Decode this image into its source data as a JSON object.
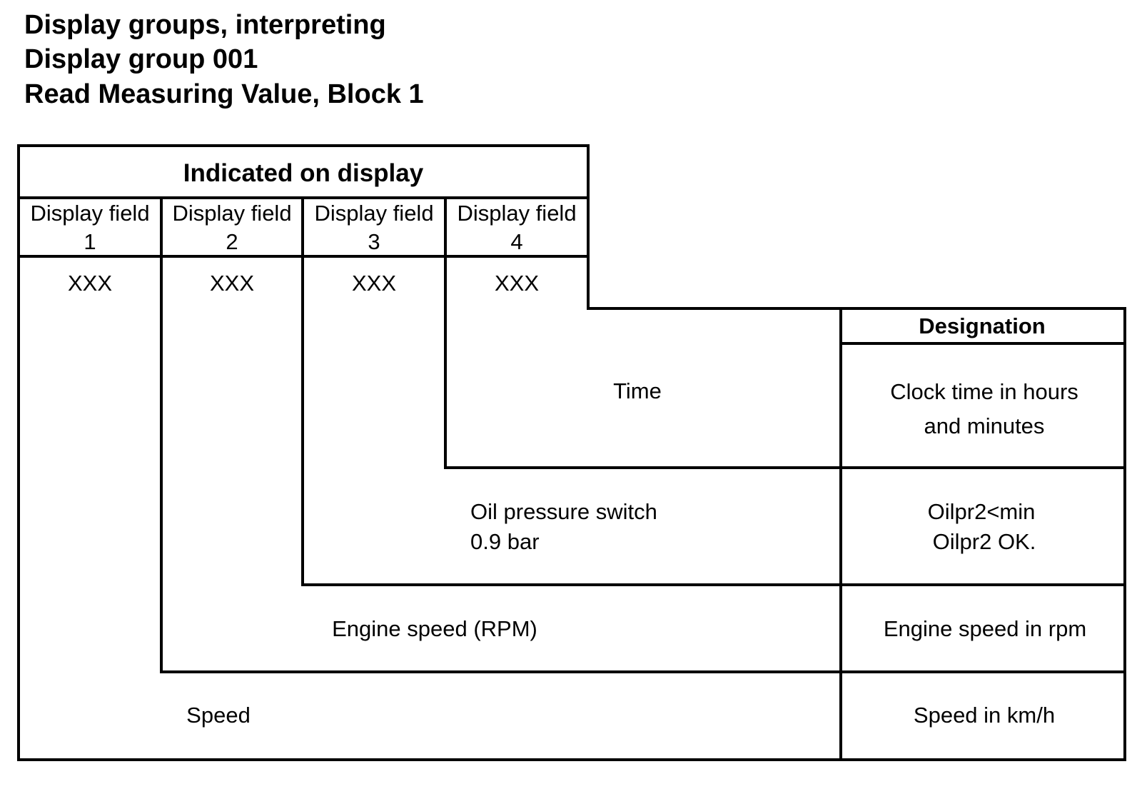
{
  "headings": {
    "line1": "Display groups, interpreting",
    "line2": "Display group 001",
    "line3": "Read Measuring Value, Block 1"
  },
  "table": {
    "indicated_header": "Indicated on display",
    "field_word": "Display field",
    "fields": [
      "1",
      "2",
      "3",
      "4"
    ],
    "values": [
      "XXX",
      "XXX",
      "XXX",
      "XXX"
    ],
    "designation_header": "Designation",
    "rows": [
      {
        "label": "Time",
        "designation": [
          "Clock time in hours",
          "and minutes"
        ]
      },
      {
        "label": [
          "Oil pressure switch",
          "0.9 bar"
        ],
        "designation": [
          "Oilpr2<min",
          "Oilpr2 OK."
        ]
      },
      {
        "label": "Engine speed (RPM)",
        "designation": [
          "Engine speed in rpm"
        ]
      },
      {
        "label": "Speed",
        "designation": [
          "Speed in km/h"
        ]
      }
    ]
  }
}
